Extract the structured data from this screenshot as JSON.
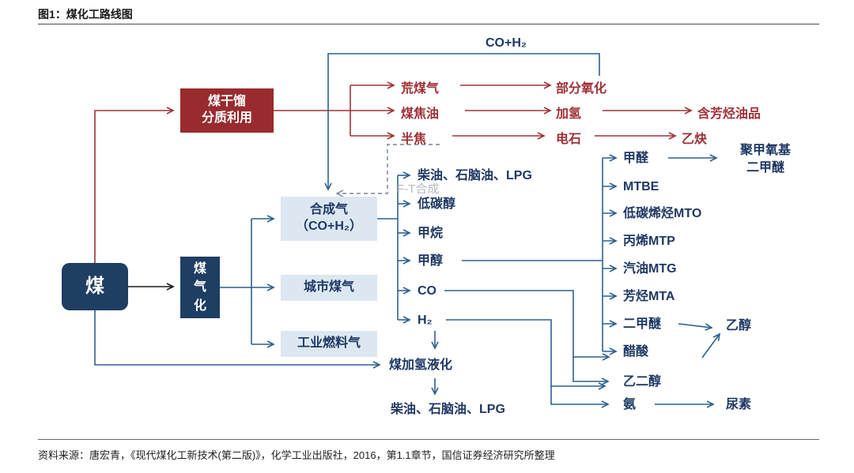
{
  "title": "图1：煤化工路线图",
  "footer": {
    "source": "资料来源：唐宏青，《现代煤化工新技术(第二版)》，化学工业出版社，2016，第1.1章节，国信证券经济研究所整理"
  },
  "colors": {
    "navy": "#1f3e63",
    "red": "#992b2e",
    "light_blue": "#dde7f1",
    "line_blue": "#2e608f",
    "line_red": "#9e3338",
    "text_navy": "#1f3864",
    "text_red": "#9e3035",
    "gray": "#b3b8bf",
    "ink": "#1a1a1a"
  },
  "boxes": {
    "coal": {
      "label": "煤"
    },
    "pyrolysis": {
      "label": "煤干馏\n分质利用"
    },
    "gasification": {
      "label": "煤\n气\n化"
    },
    "syngas": {
      "label": "合成气\n（CO+H₂）"
    },
    "city_gas": {
      "label": "城市煤气"
    },
    "industrial_fuel_gas": {
      "label": "工业燃料气"
    }
  },
  "labels": {
    "co_h2_feedback": "CO+H₂",
    "ft_synthesis": "F-T合成",
    "raw_coal_gas": "荒煤气",
    "coal_tar": "煤焦油",
    "semi_coke": "半焦",
    "partial_oxidation": "部分氧化",
    "hydrogenation": "加氢",
    "aromatic_oils": "含芳烃油品",
    "calcium_carbide": "电石",
    "acetylene": "乙炔",
    "diesel_naphtha_lpg_top": "柴油、石脑油、LPG",
    "low_carbon_alcohols": "低碳醇",
    "methane": "甲烷",
    "methanol": "甲醇",
    "co": "CO",
    "h2": "H₂",
    "coal_hydro_liquefaction": "煤加氢液化",
    "diesel_naphtha_lpg_bottom": "柴油、石脑油、LPG",
    "formaldehyde": "甲醛",
    "polyoxymethylene_dme": "聚甲氧基\n二甲醚",
    "mtbe": "MTBE",
    "mto": "低碳烯烃MTO",
    "mtp": "丙烯MTP",
    "mtg": "汽油MTG",
    "mta": "芳烃MTA",
    "dme": "二甲醚",
    "ethanol": "乙醇",
    "acetic_acid": "醋酸",
    "ethylene_glycol": "乙二醇",
    "ammonia": "氨",
    "urea": "尿素"
  }
}
